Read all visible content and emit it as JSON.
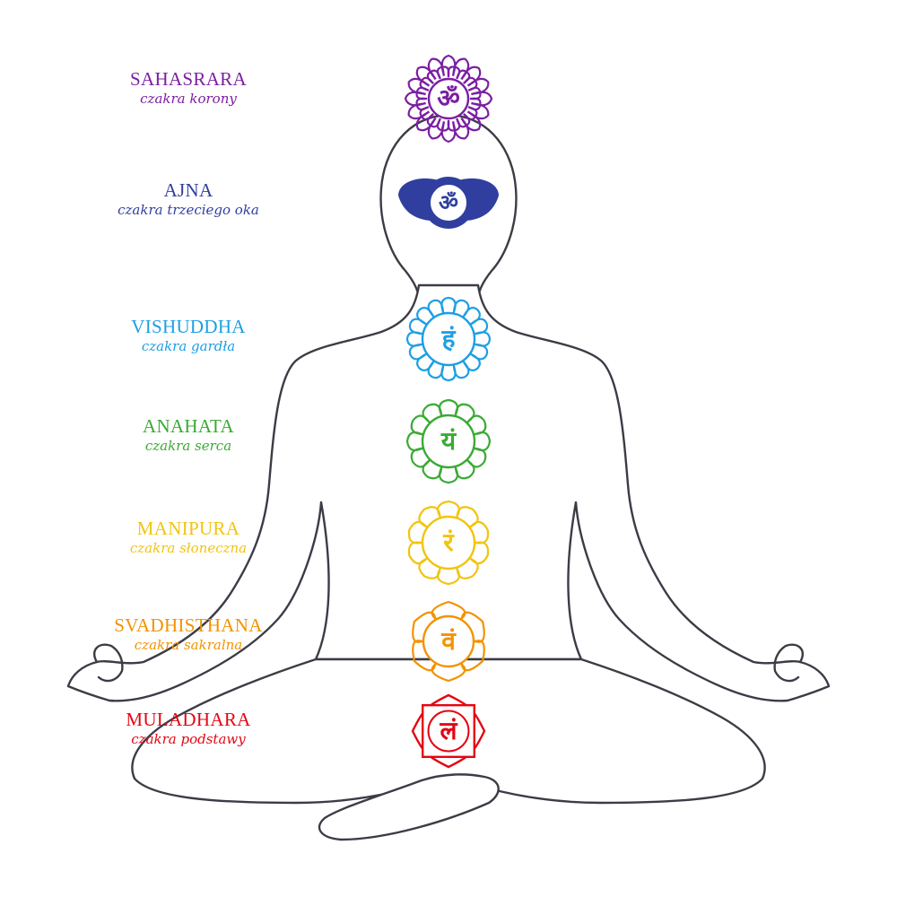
{
  "chakras": [
    {
      "name": "SAHASRARA",
      "subtitle": "czakra korony",
      "color": "#7b1fa2",
      "symbol": "ॐ"
    },
    {
      "name": "AJNA",
      "subtitle": "czakra trzeciego oka",
      "color": "#303f9f",
      "symbol": "ॐ"
    },
    {
      "name": "VISHUDDHA",
      "subtitle": "czakra gardła",
      "color": "#1e9fe3",
      "symbol": "हं"
    },
    {
      "name": "ANAHATA",
      "subtitle": "czakra serca",
      "color": "#3aaa35",
      "symbol": "यं"
    },
    {
      "name": "MANIPURA",
      "subtitle": "czakra słoneczna",
      "color": "#f2c40f",
      "symbol": "रं"
    },
    {
      "name": "SVADHISTHANA",
      "subtitle": "czakra sakralna",
      "color": "#f39200",
      "symbol": "वं"
    },
    {
      "name": "MULADHARA",
      "subtitle": "czakra podstawy",
      "color": "#e30613",
      "symbol": "लं"
    }
  ],
  "figure": {
    "outline_color": "#3c3c46",
    "fill_color": "#ffffff"
  }
}
